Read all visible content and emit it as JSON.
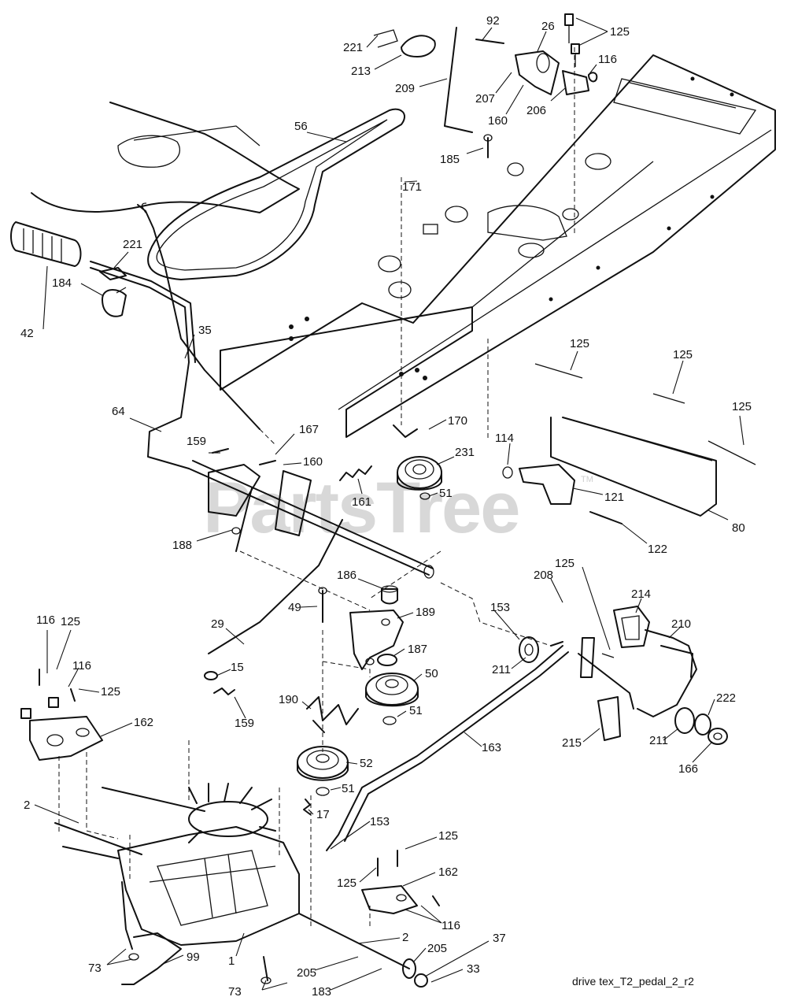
{
  "watermark": {
    "text": "PartsTree",
    "tm": "TM"
  },
  "caption": "drive tex_T2_pedal_2_r2",
  "callouts": [
    {
      "id": "c-221a",
      "label": "221"
    },
    {
      "id": "c-213",
      "label": "213"
    },
    {
      "id": "c-209",
      "label": "209"
    },
    {
      "id": "c-92",
      "label": "92"
    },
    {
      "id": "c-26",
      "label": "26"
    },
    {
      "id": "c-125a",
      "label": "125"
    },
    {
      "id": "c-116a",
      "label": "116"
    },
    {
      "id": "c-207",
      "label": "207"
    },
    {
      "id": "c-160a",
      "label": "160"
    },
    {
      "id": "c-206",
      "label": "206"
    },
    {
      "id": "c-56",
      "label": "56"
    },
    {
      "id": "c-185",
      "label": "185"
    },
    {
      "id": "c-171",
      "label": "171"
    },
    {
      "id": "c-221b",
      "label": "221"
    },
    {
      "id": "c-184",
      "label": "184"
    },
    {
      "id": "c-42",
      "label": "42"
    },
    {
      "id": "c-35",
      "label": "35"
    },
    {
      "id": "c-125b",
      "label": "125"
    },
    {
      "id": "c-125c",
      "label": "125"
    },
    {
      "id": "c-125d",
      "label": "125"
    },
    {
      "id": "c-64",
      "label": "64"
    },
    {
      "id": "c-167",
      "label": "167"
    },
    {
      "id": "c-170",
      "label": "170"
    },
    {
      "id": "c-159a",
      "label": "159"
    },
    {
      "id": "c-160b",
      "label": "160"
    },
    {
      "id": "c-114",
      "label": "114"
    },
    {
      "id": "c-231",
      "label": "231"
    },
    {
      "id": "c-161",
      "label": "161"
    },
    {
      "id": "c-51a",
      "label": "51"
    },
    {
      "id": "c-121",
      "label": "121"
    },
    {
      "id": "c-80",
      "label": "80"
    },
    {
      "id": "c-188",
      "label": "188"
    },
    {
      "id": "c-122",
      "label": "122"
    },
    {
      "id": "c-186",
      "label": "186"
    },
    {
      "id": "c-208",
      "label": "208"
    },
    {
      "id": "c-125e",
      "label": "125"
    },
    {
      "id": "c-214",
      "label": "214"
    },
    {
      "id": "c-116b",
      "label": "116"
    },
    {
      "id": "c-29",
      "label": "29"
    },
    {
      "id": "c-49",
      "label": "49"
    },
    {
      "id": "c-189",
      "label": "189"
    },
    {
      "id": "c-153a",
      "label": "153"
    },
    {
      "id": "c-210",
      "label": "210"
    },
    {
      "id": "c-125f",
      "label": "125"
    },
    {
      "id": "c-187",
      "label": "187"
    },
    {
      "id": "c-116c",
      "label": "116"
    },
    {
      "id": "c-15",
      "label": "15"
    },
    {
      "id": "c-211a",
      "label": "211"
    },
    {
      "id": "c-50",
      "label": "50"
    },
    {
      "id": "c-125g",
      "label": "125"
    },
    {
      "id": "c-222",
      "label": "222"
    },
    {
      "id": "c-190",
      "label": "190"
    },
    {
      "id": "c-51b",
      "label": "51"
    },
    {
      "id": "c-159b",
      "label": "159"
    },
    {
      "id": "c-162a",
      "label": "162"
    },
    {
      "id": "c-215",
      "label": "215"
    },
    {
      "id": "c-211b",
      "label": "211"
    },
    {
      "id": "c-163",
      "label": "163"
    },
    {
      "id": "c-166",
      "label": "166"
    },
    {
      "id": "c-52",
      "label": "52"
    },
    {
      "id": "c-2a",
      "label": "2"
    },
    {
      "id": "c-51c",
      "label": "51"
    },
    {
      "id": "c-17",
      "label": "17"
    },
    {
      "id": "c-153b",
      "label": "153"
    },
    {
      "id": "c-125h",
      "label": "125"
    },
    {
      "id": "c-162b",
      "label": "162"
    },
    {
      "id": "c-125i",
      "label": "125"
    },
    {
      "id": "c-116d",
      "label": "116"
    },
    {
      "id": "c-2b",
      "label": "2"
    },
    {
      "id": "c-37",
      "label": "37"
    },
    {
      "id": "c-205a",
      "label": "205"
    },
    {
      "id": "c-1",
      "label": "1"
    },
    {
      "id": "c-99",
      "label": "99"
    },
    {
      "id": "c-73a",
      "label": "73"
    },
    {
      "id": "c-205b",
      "label": "205"
    },
    {
      "id": "c-33",
      "label": "33"
    },
    {
      "id": "c-183",
      "label": "183"
    },
    {
      "id": "c-73b",
      "label": "73"
    }
  ]
}
